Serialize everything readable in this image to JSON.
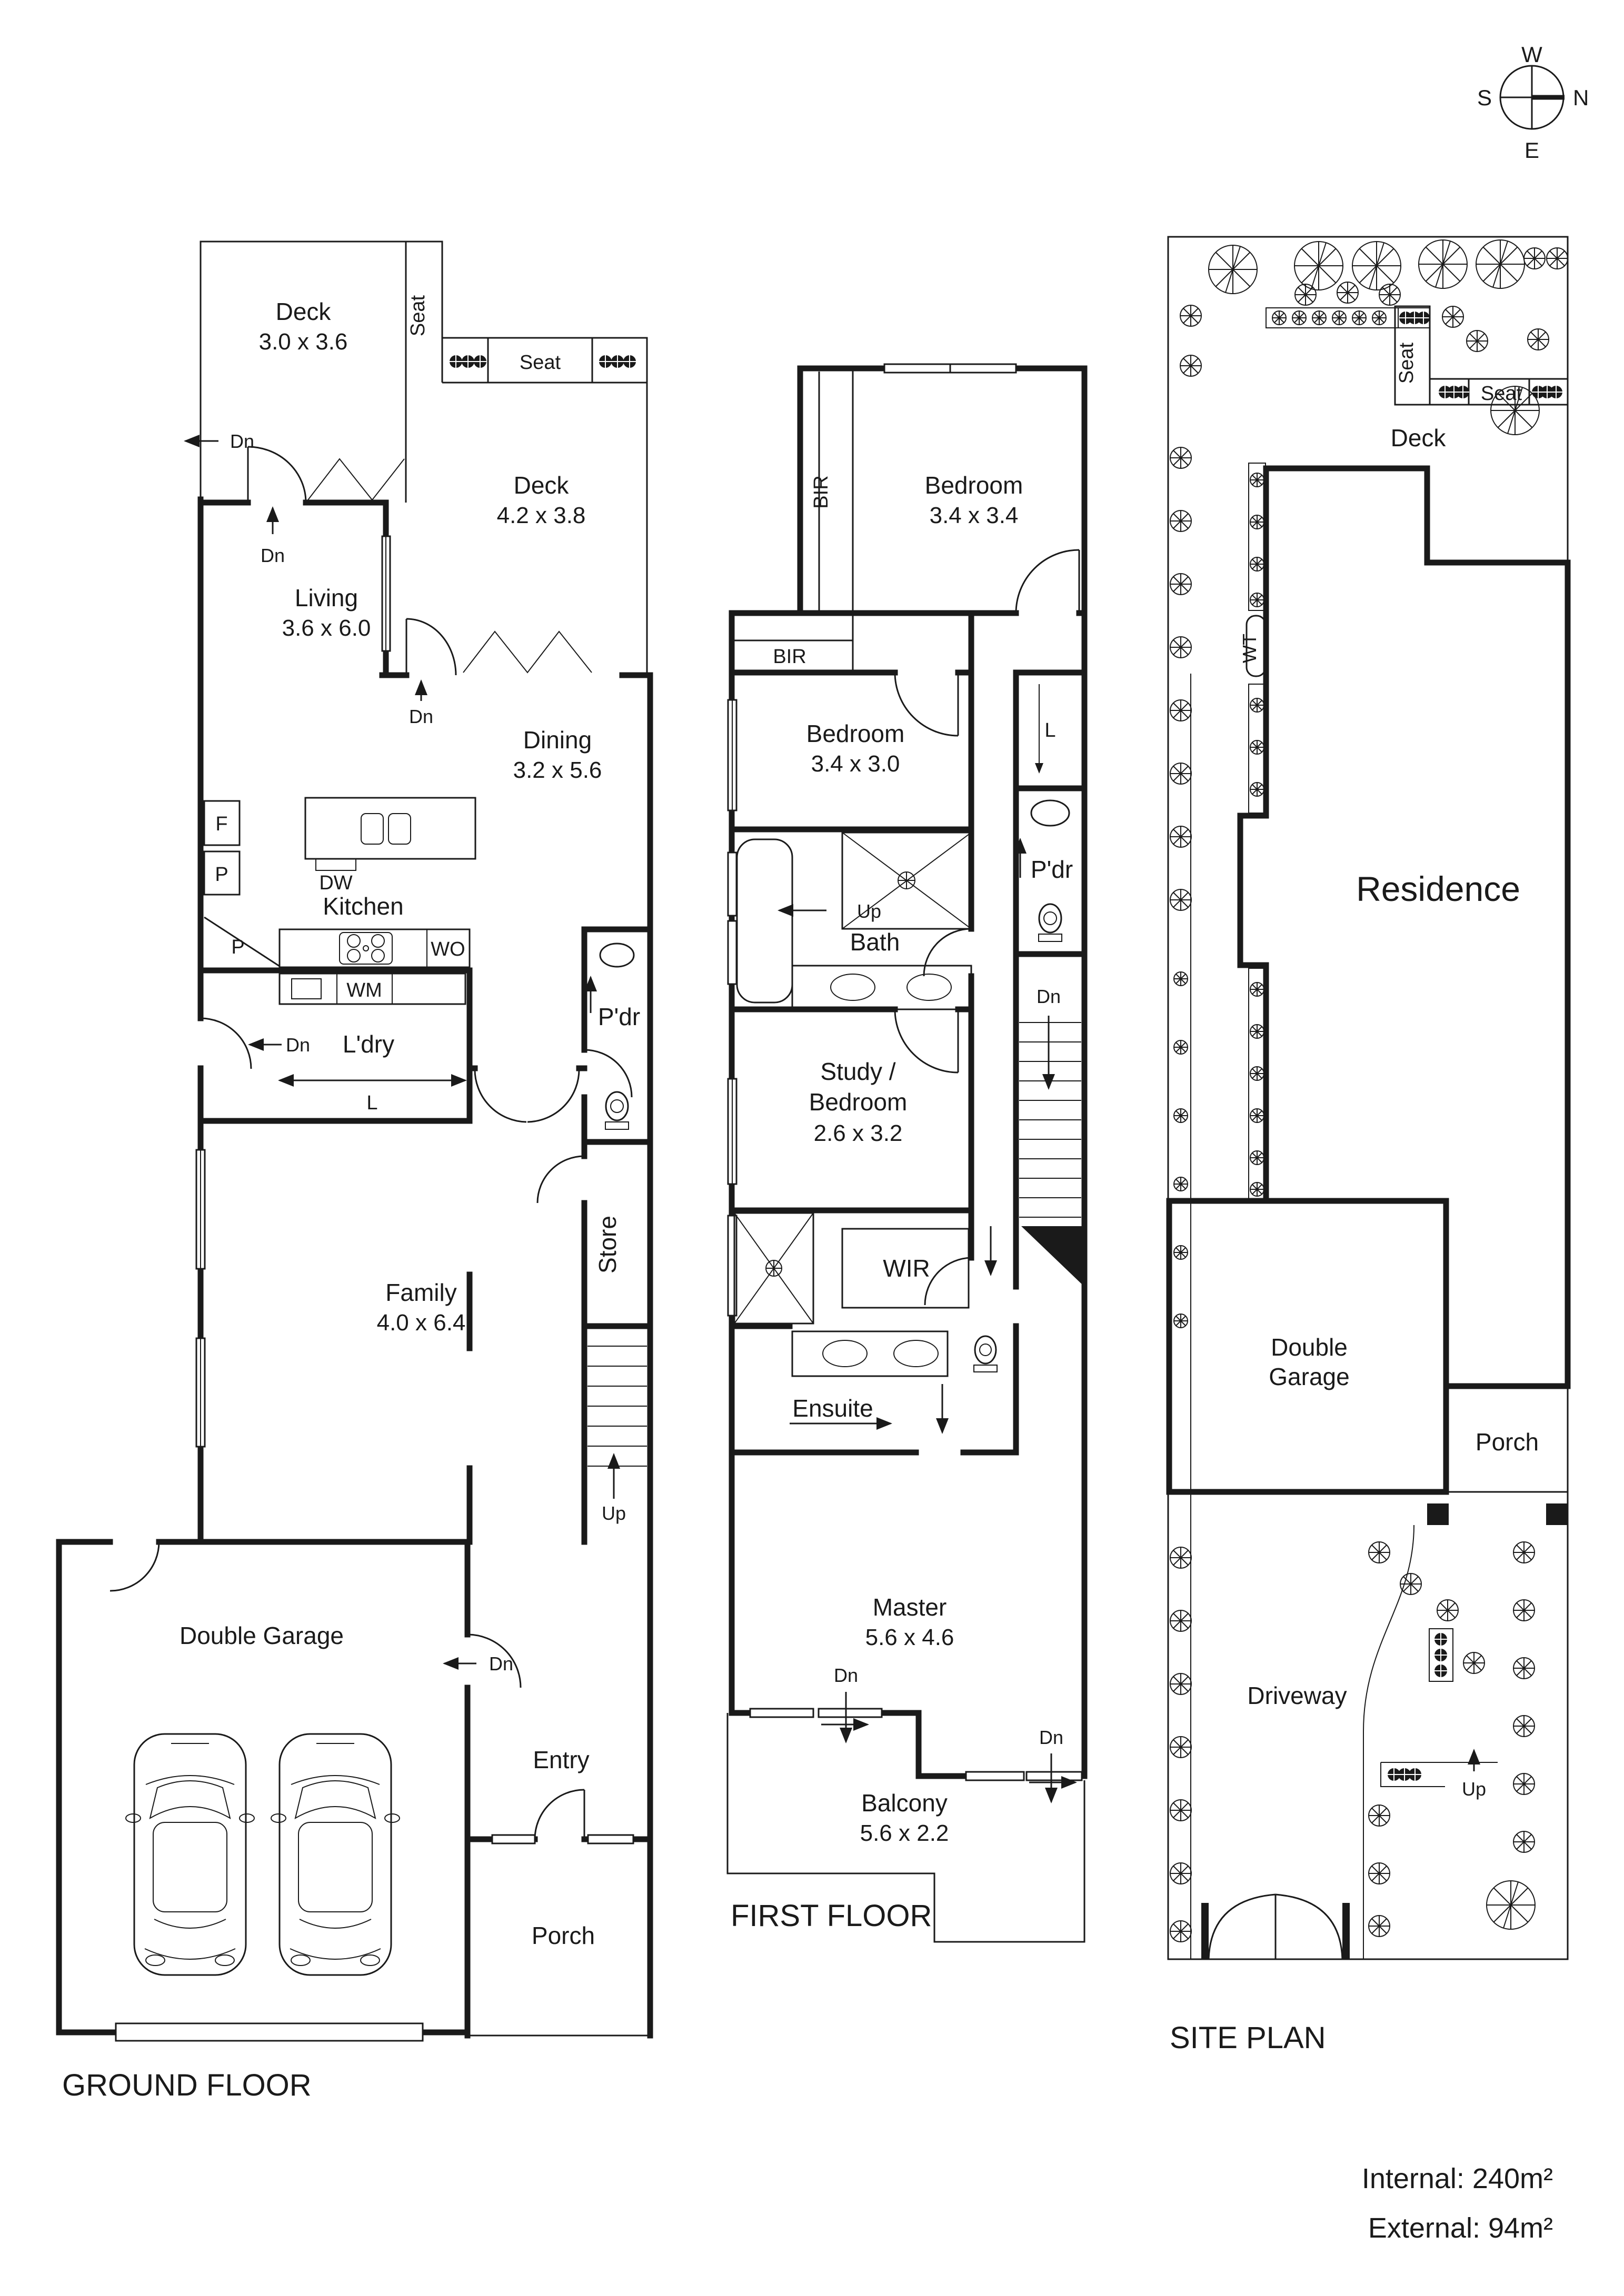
{
  "compass": {
    "n": "N",
    "e": "E",
    "s": "S",
    "w": "W"
  },
  "common": {
    "dn": "Dn",
    "up": "Up",
    "seat": "Seat",
    "bir": "BIR",
    "pdr": "P'dr",
    "l": "L",
    "f": "F",
    "p": "P",
    "dw": "DW",
    "wm": "WM",
    "wo": "WO",
    "wir": "WIR",
    "wt": "WT",
    "store": "Store",
    "bath": "Bath",
    "ensuite": "Ensuite"
  },
  "ground_floor": {
    "title": "GROUND FLOOR",
    "deck1": {
      "name": "Deck",
      "dim": "3.0 x 3.6"
    },
    "deck2": {
      "name": "Deck",
      "dim": "4.2 x 3.8"
    },
    "living": {
      "name": "Living",
      "dim": "3.6 x 6.0"
    },
    "dining": {
      "name": "Dining",
      "dim": "3.2 x 5.6"
    },
    "family": {
      "name": "Family",
      "dim": "4.0 x 6.4"
    },
    "kitchen": "Kitchen",
    "ldry": "L'dry",
    "garage": "Double Garage",
    "entry": "Entry",
    "porch": "Porch"
  },
  "first_floor": {
    "title": "FIRST FLOOR",
    "bedroom1": {
      "name": "Bedroom",
      "dim": "3.4 x 3.4"
    },
    "bedroom2": {
      "name": "Bedroom",
      "dim": "3.4 x 3.0"
    },
    "study": {
      "line1": "Study /",
      "line2": "Bedroom",
      "dim": "2.6 x 3.2"
    },
    "master": {
      "name": "Master",
      "dim": "5.6 x 4.6"
    },
    "balcony": {
      "name": "Balcony",
      "dim": "5.6 x 2.2"
    }
  },
  "site_plan": {
    "title": "SITE PLAN",
    "residence": "Residence",
    "deck": "Deck",
    "garage_line1": "Double",
    "garage_line2": "Garage",
    "porch": "Porch",
    "driveway": "Driveway"
  },
  "areas": {
    "internal": "Internal: 240m²",
    "external": "External: 94m²"
  }
}
